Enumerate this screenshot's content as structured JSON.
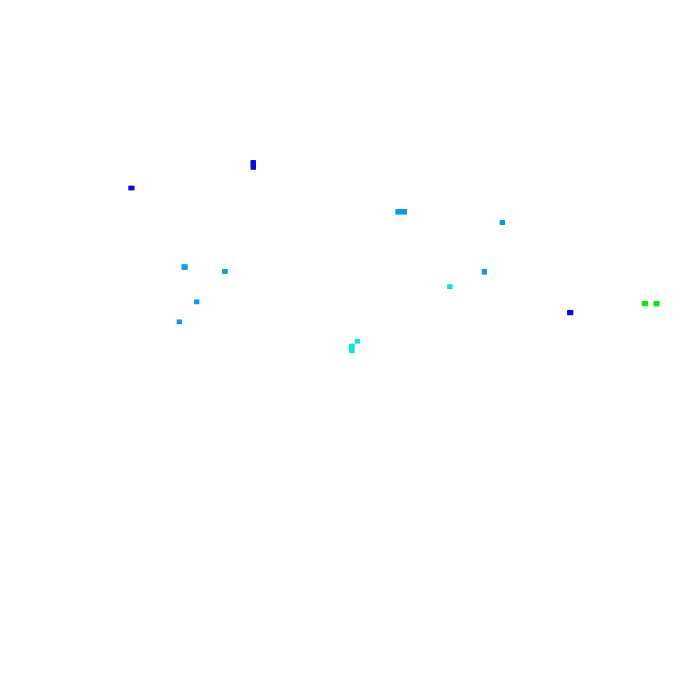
{
  "image": {
    "background": "#ffffff",
    "palette": {
      "blue": "#0a0adf",
      "sky": "#0a9be6",
      "cyan": "#0ae6e6",
      "green": "#14e614"
    },
    "markers": [
      {
        "color": "blue"
      },
      {
        "color": "blue"
      },
      {
        "color": "sky"
      },
      {
        "color": "sky"
      },
      {
        "color": "sky"
      },
      {
        "color": "sky"
      },
      {
        "color": "sky"
      },
      {
        "color": "sky"
      },
      {
        "color": "sky"
      },
      {
        "color": "cyan"
      },
      {
        "color": "cyan"
      },
      {
        "color": "cyan"
      },
      {
        "color": "blue"
      },
      {
        "color": "green"
      },
      {
        "color": "green"
      }
    ]
  }
}
